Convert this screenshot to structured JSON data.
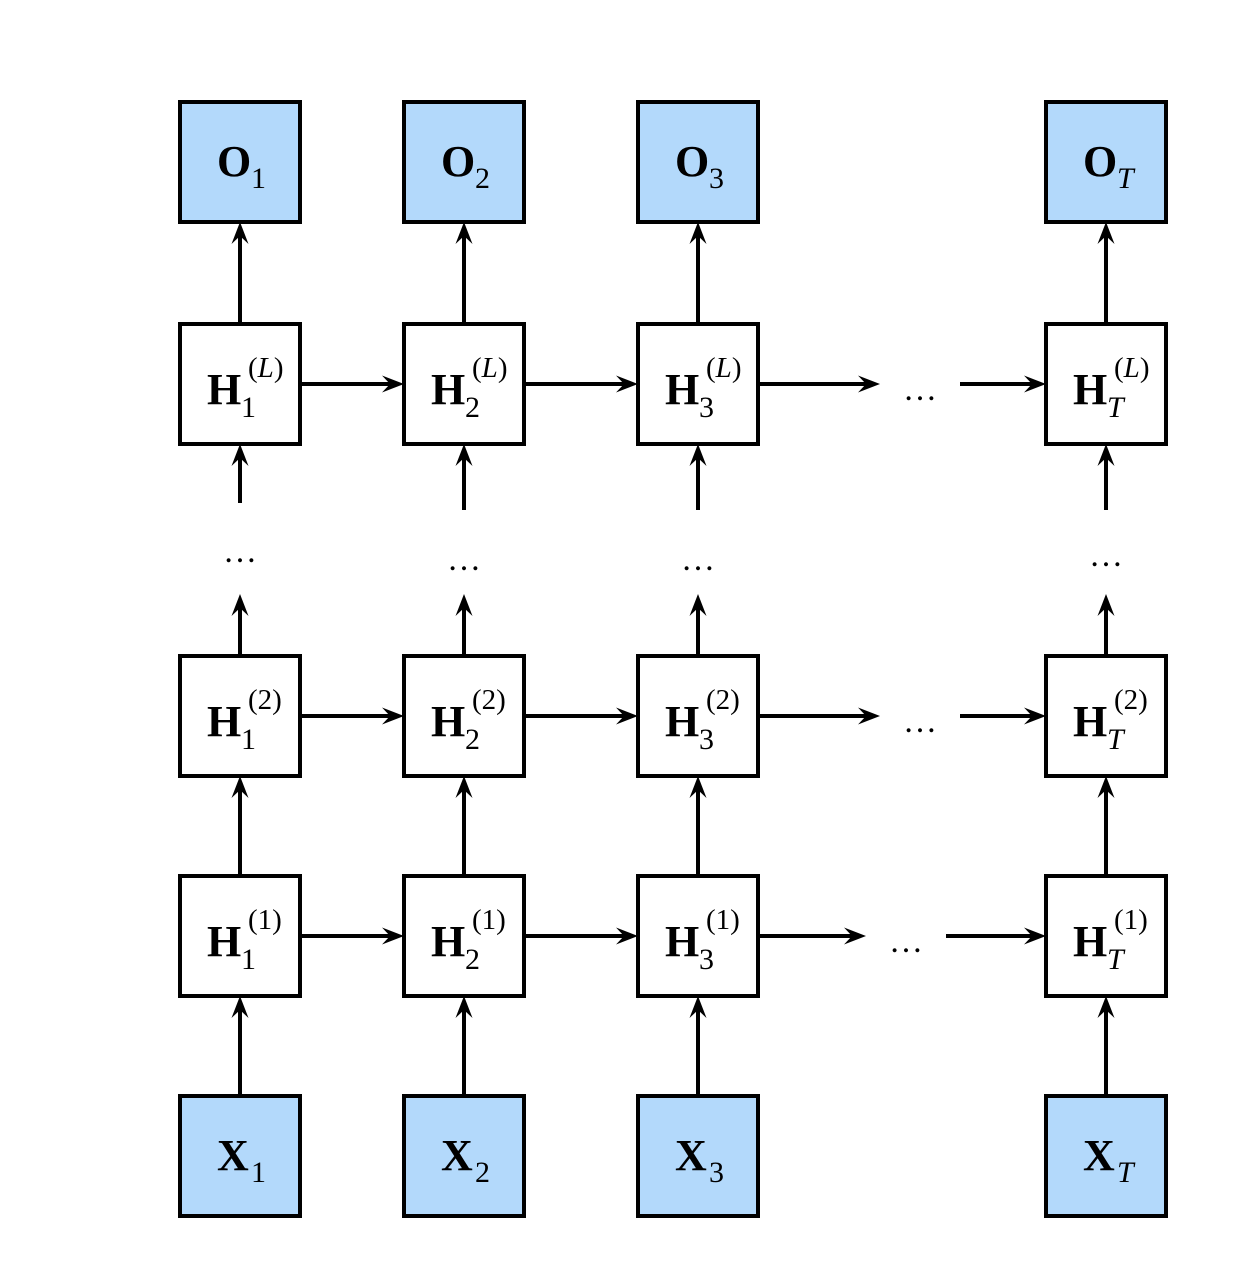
{
  "ellipsis": "…",
  "columns": [
    {
      "sub": "1",
      "sub_italic": false
    },
    {
      "sub": "2",
      "sub_italic": false
    },
    {
      "sub": "3",
      "sub_italic": false
    },
    {
      "sub": "T",
      "sub_italic": true
    }
  ],
  "rows": [
    {
      "kind": "output",
      "symbol": "O",
      "sup": "",
      "sup_parts": []
    },
    {
      "kind": "hidden",
      "symbol": "H",
      "sup": "(L)",
      "sup_parts": [
        {
          "t": "(",
          "i": false
        },
        {
          "t": "L",
          "i": true
        },
        {
          "t": ")",
          "i": false
        }
      ]
    },
    {
      "kind": "hidden",
      "symbol": "H",
      "sup": "(2)",
      "sup_parts": [
        {
          "t": "(2)",
          "i": false
        }
      ]
    },
    {
      "kind": "hidden",
      "symbol": "H",
      "sup": "(1)",
      "sup_parts": [
        {
          "t": "(1)",
          "i": false
        }
      ]
    },
    {
      "kind": "input",
      "symbol": "X",
      "sup": "",
      "sup_parts": []
    }
  ],
  "colors": {
    "io_fill": "#b3d9fb",
    "hidden_fill": "#ffffff",
    "stroke": "#000000"
  }
}
